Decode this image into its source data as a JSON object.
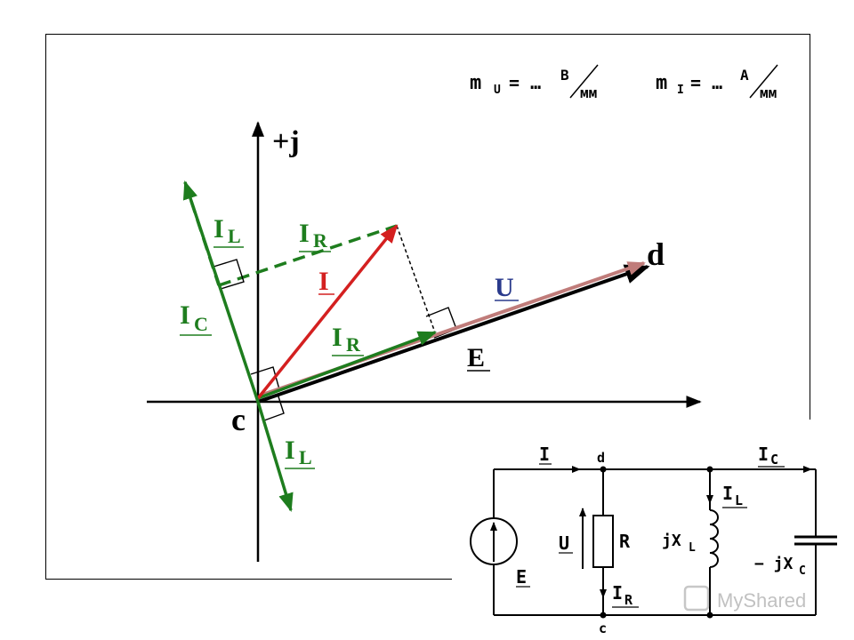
{
  "scale": {
    "mu_main": "m",
    "mu_sub": "U",
    "mu_eq": "= …",
    "mu_unit_top": "B",
    "mu_unit_bottom": "мм",
    "mi_main": "m",
    "mi_sub": "I",
    "mi_eq": "= …",
    "mi_unit_top": "A",
    "mi_unit_bottom": "мм"
  },
  "phasor": {
    "axis_j": "+j",
    "point_c": "c",
    "point_d": "d",
    "label_I": "I",
    "label_U": "U",
    "label_E": "E",
    "label_IR_top": "I",
    "label_IR_top_sub": "R",
    "label_IR_mid": "I",
    "label_IR_mid_sub": "R",
    "label_IL_top": "I",
    "label_IL_top_sub": "L",
    "label_IL_bottom": "I",
    "label_IL_bottom_sub": "L",
    "label_IC": "I",
    "label_IC_sub": "C"
  },
  "circuit": {
    "label_I": "I",
    "node_d": "d",
    "node_c": "c",
    "label_IC": "I",
    "label_IC_sub": "C",
    "label_IL": "I",
    "label_IL_sub": "L",
    "label_U": "U",
    "label_R": "R",
    "label_IR": "I",
    "label_IR_sub": "R",
    "label_E": "E",
    "label_jXL": "jX",
    "label_jXL_sub": "L",
    "label_mjXC": "− jX",
    "label_mjXC_sub": "C"
  },
  "watermark": {
    "text": "MyShared"
  },
  "colors": {
    "current_I": "#d42020",
    "current_green": "#1e7d1e",
    "voltage_U": "#2a3a8c",
    "voltage_bar": "#b87a78",
    "axis": "#000000"
  }
}
